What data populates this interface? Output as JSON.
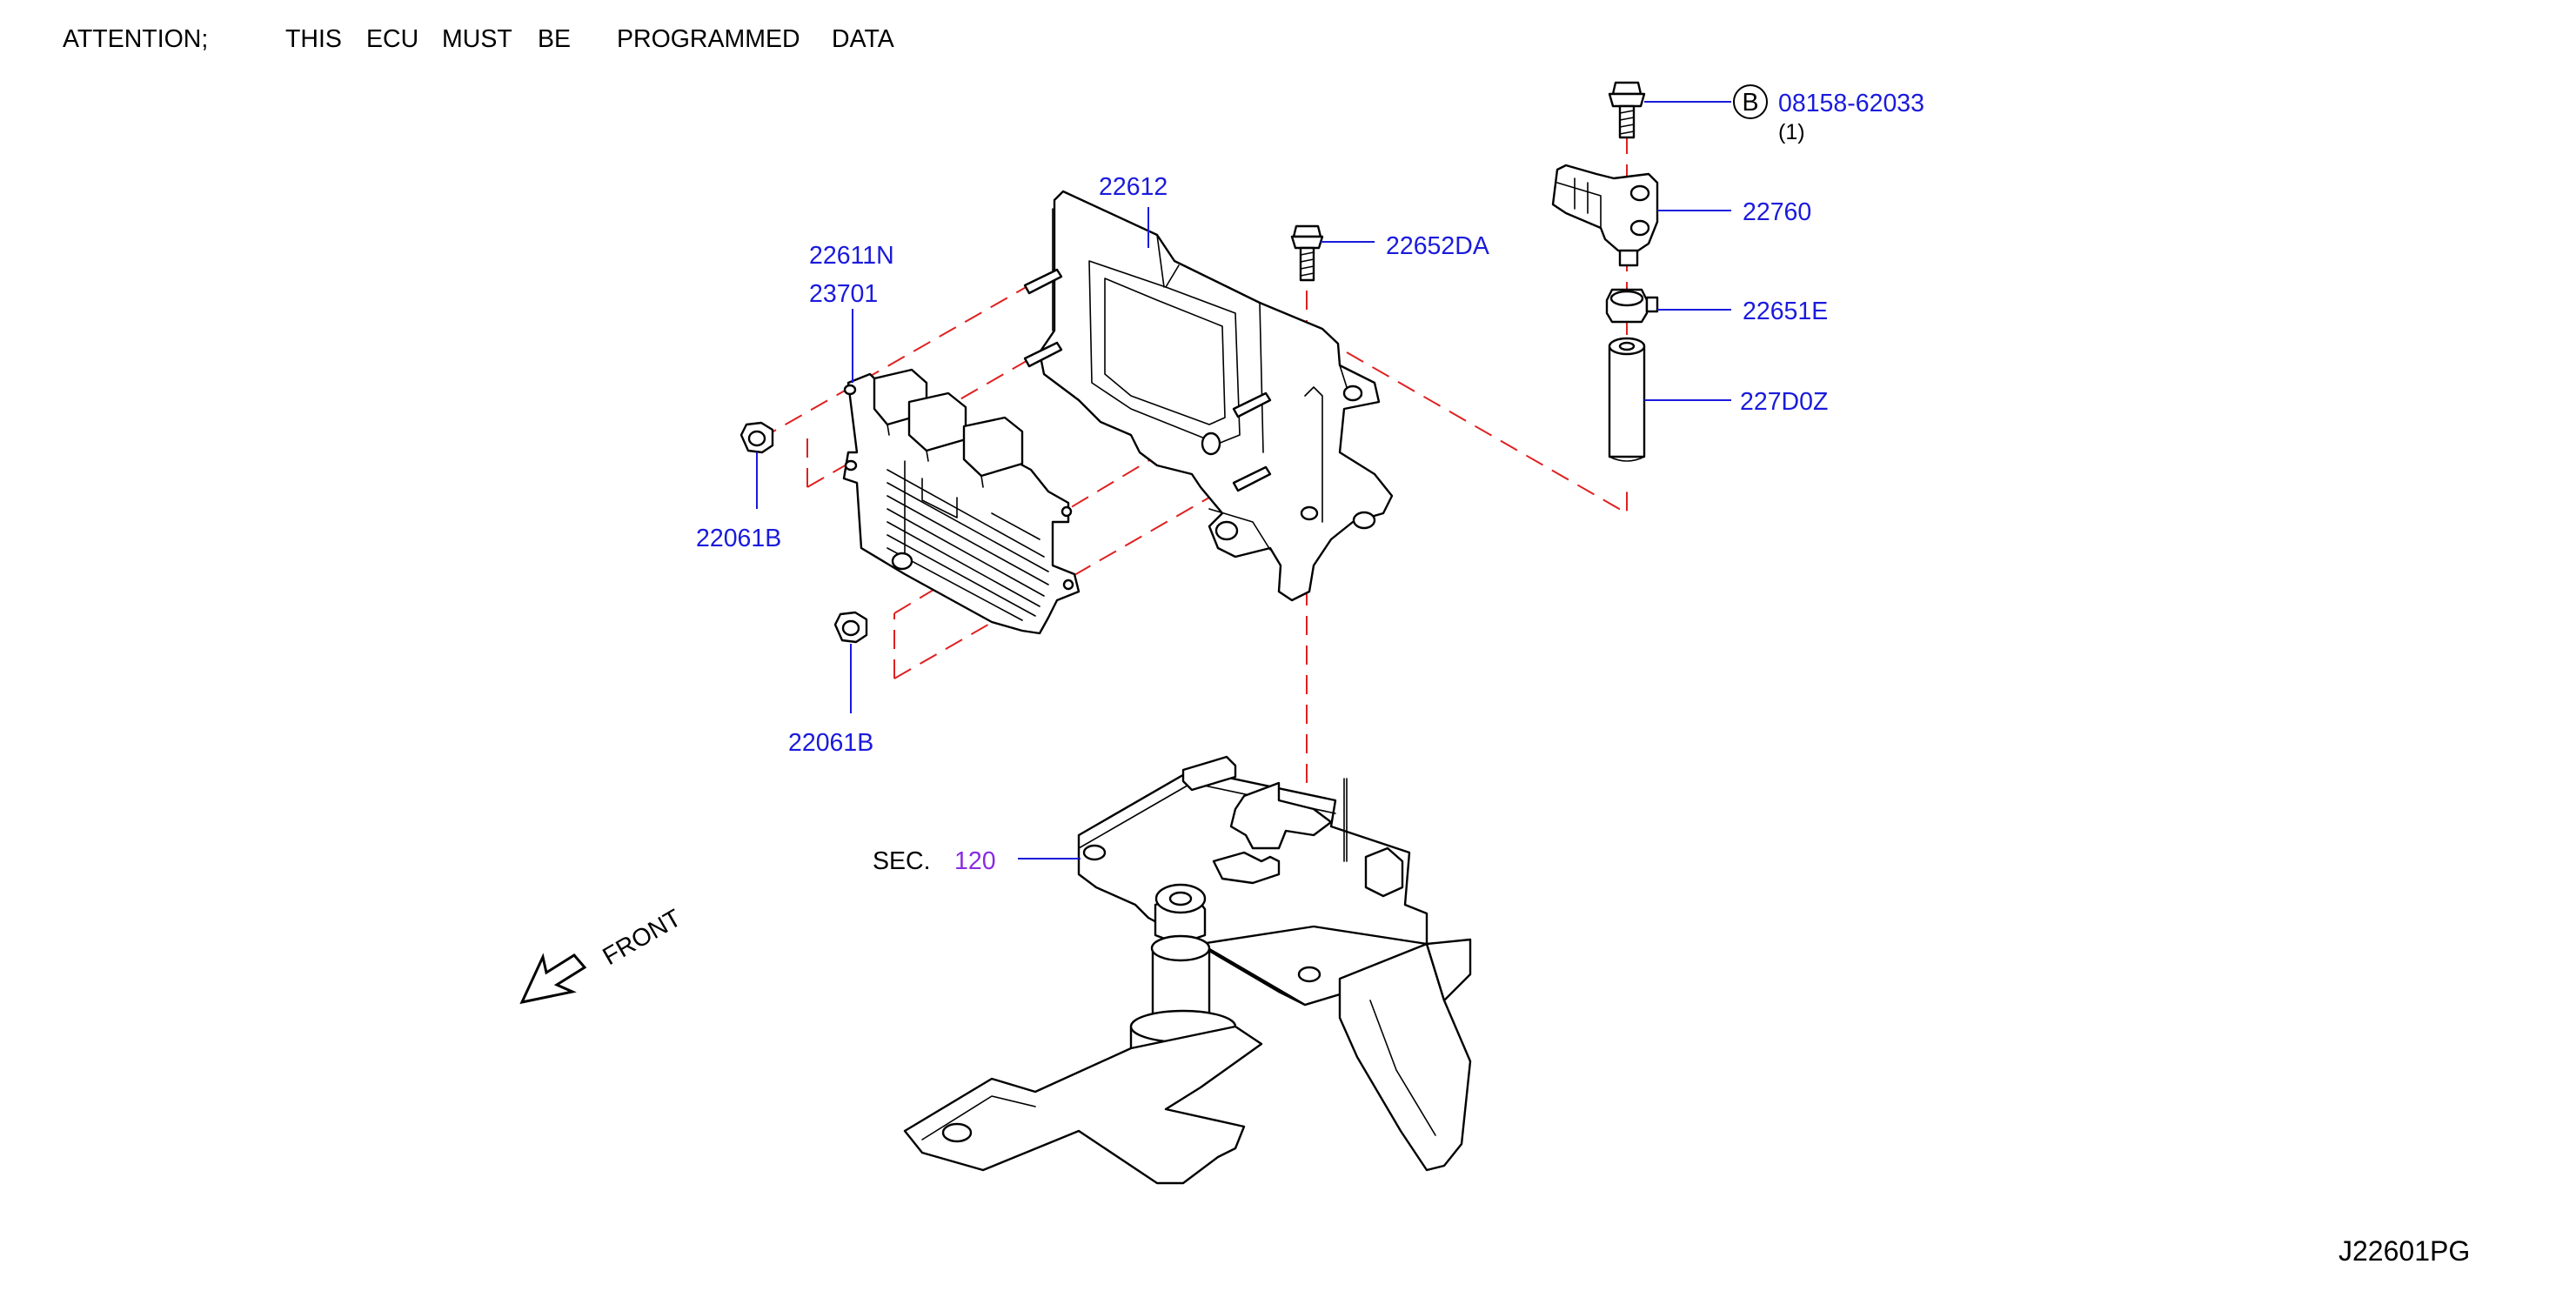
{
  "header": {
    "attention": "ATTENTION;",
    "words": [
      "THIS",
      "ECU",
      "MUST",
      "BE",
      "PROGRAMMED",
      "DATA"
    ]
  },
  "parts": {
    "bracket": "22612",
    "ecu_1": "22611N",
    "ecu_2": "23701",
    "nut_upper": "22061B",
    "nut_lower": "22061B",
    "bolt": "22652DA",
    "bolt_b_badge": "B",
    "bolt_b_number": "08158-62033",
    "bolt_b_qty": "(1)",
    "sensor": "22760",
    "clamp": "22651E",
    "hose": "227D0Z"
  },
  "section": {
    "prefix": "SEC.",
    "number": "120"
  },
  "direction": {
    "label": "FRONT"
  },
  "diagram_code": "J22601PG",
  "colors": {
    "label": "#1a1adc",
    "section_link": "#8a2be2",
    "dashed_line": "#e02020",
    "line_art": "#000000"
  }
}
